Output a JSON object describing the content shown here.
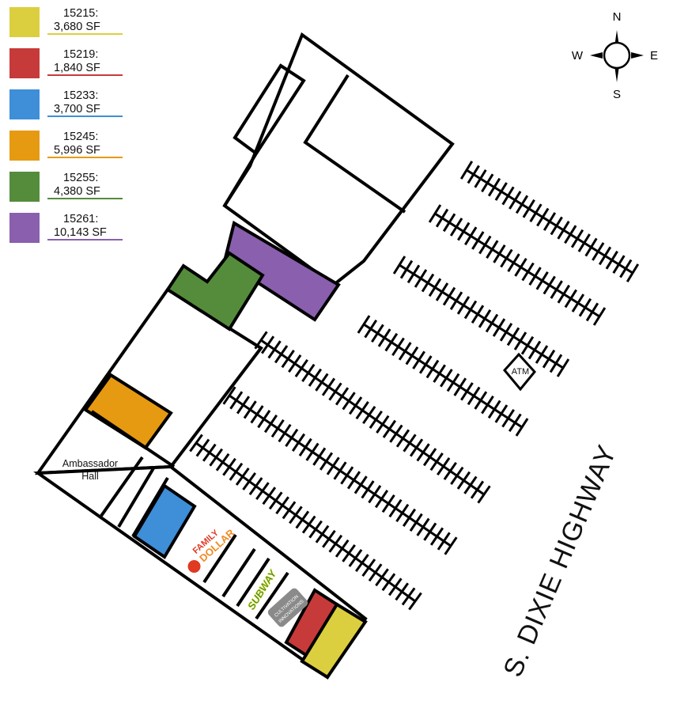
{
  "legend": [
    {
      "id": "15215:",
      "sf": "3,680 SF",
      "color": "#dccf3f"
    },
    {
      "id": "15219:",
      "sf": "1,840 SF",
      "color": "#c73a3a"
    },
    {
      "id": "15233:",
      "sf": "3,700 SF",
      "color": "#3e8ed8"
    },
    {
      "id": "15245:",
      "sf": "5,996 SF",
      "color": "#e69a12"
    },
    {
      "id": "15255:",
      "sf": "4,380 SF",
      "color": "#548c3c"
    },
    {
      "id": "15261:",
      "sf": "10,143 SF",
      "color": "#8a5fae"
    }
  ],
  "compass": {
    "n": "N",
    "s": "S",
    "e": "E",
    "w": "W"
  },
  "labels": {
    "ambassador_line1": "Ambassador",
    "ambassador_line2": "Hall",
    "atm": "ATM",
    "road": "S. DIXIE HIGHWAY"
  },
  "tenants": {
    "family_dollar_line1": "FAMILY",
    "family_dollar_line2": "DOLLAR",
    "subway": "SUBWAY",
    "cultivation_line1": "CULTIVATION",
    "cultivation_line2": "INNOVATIONS"
  }
}
